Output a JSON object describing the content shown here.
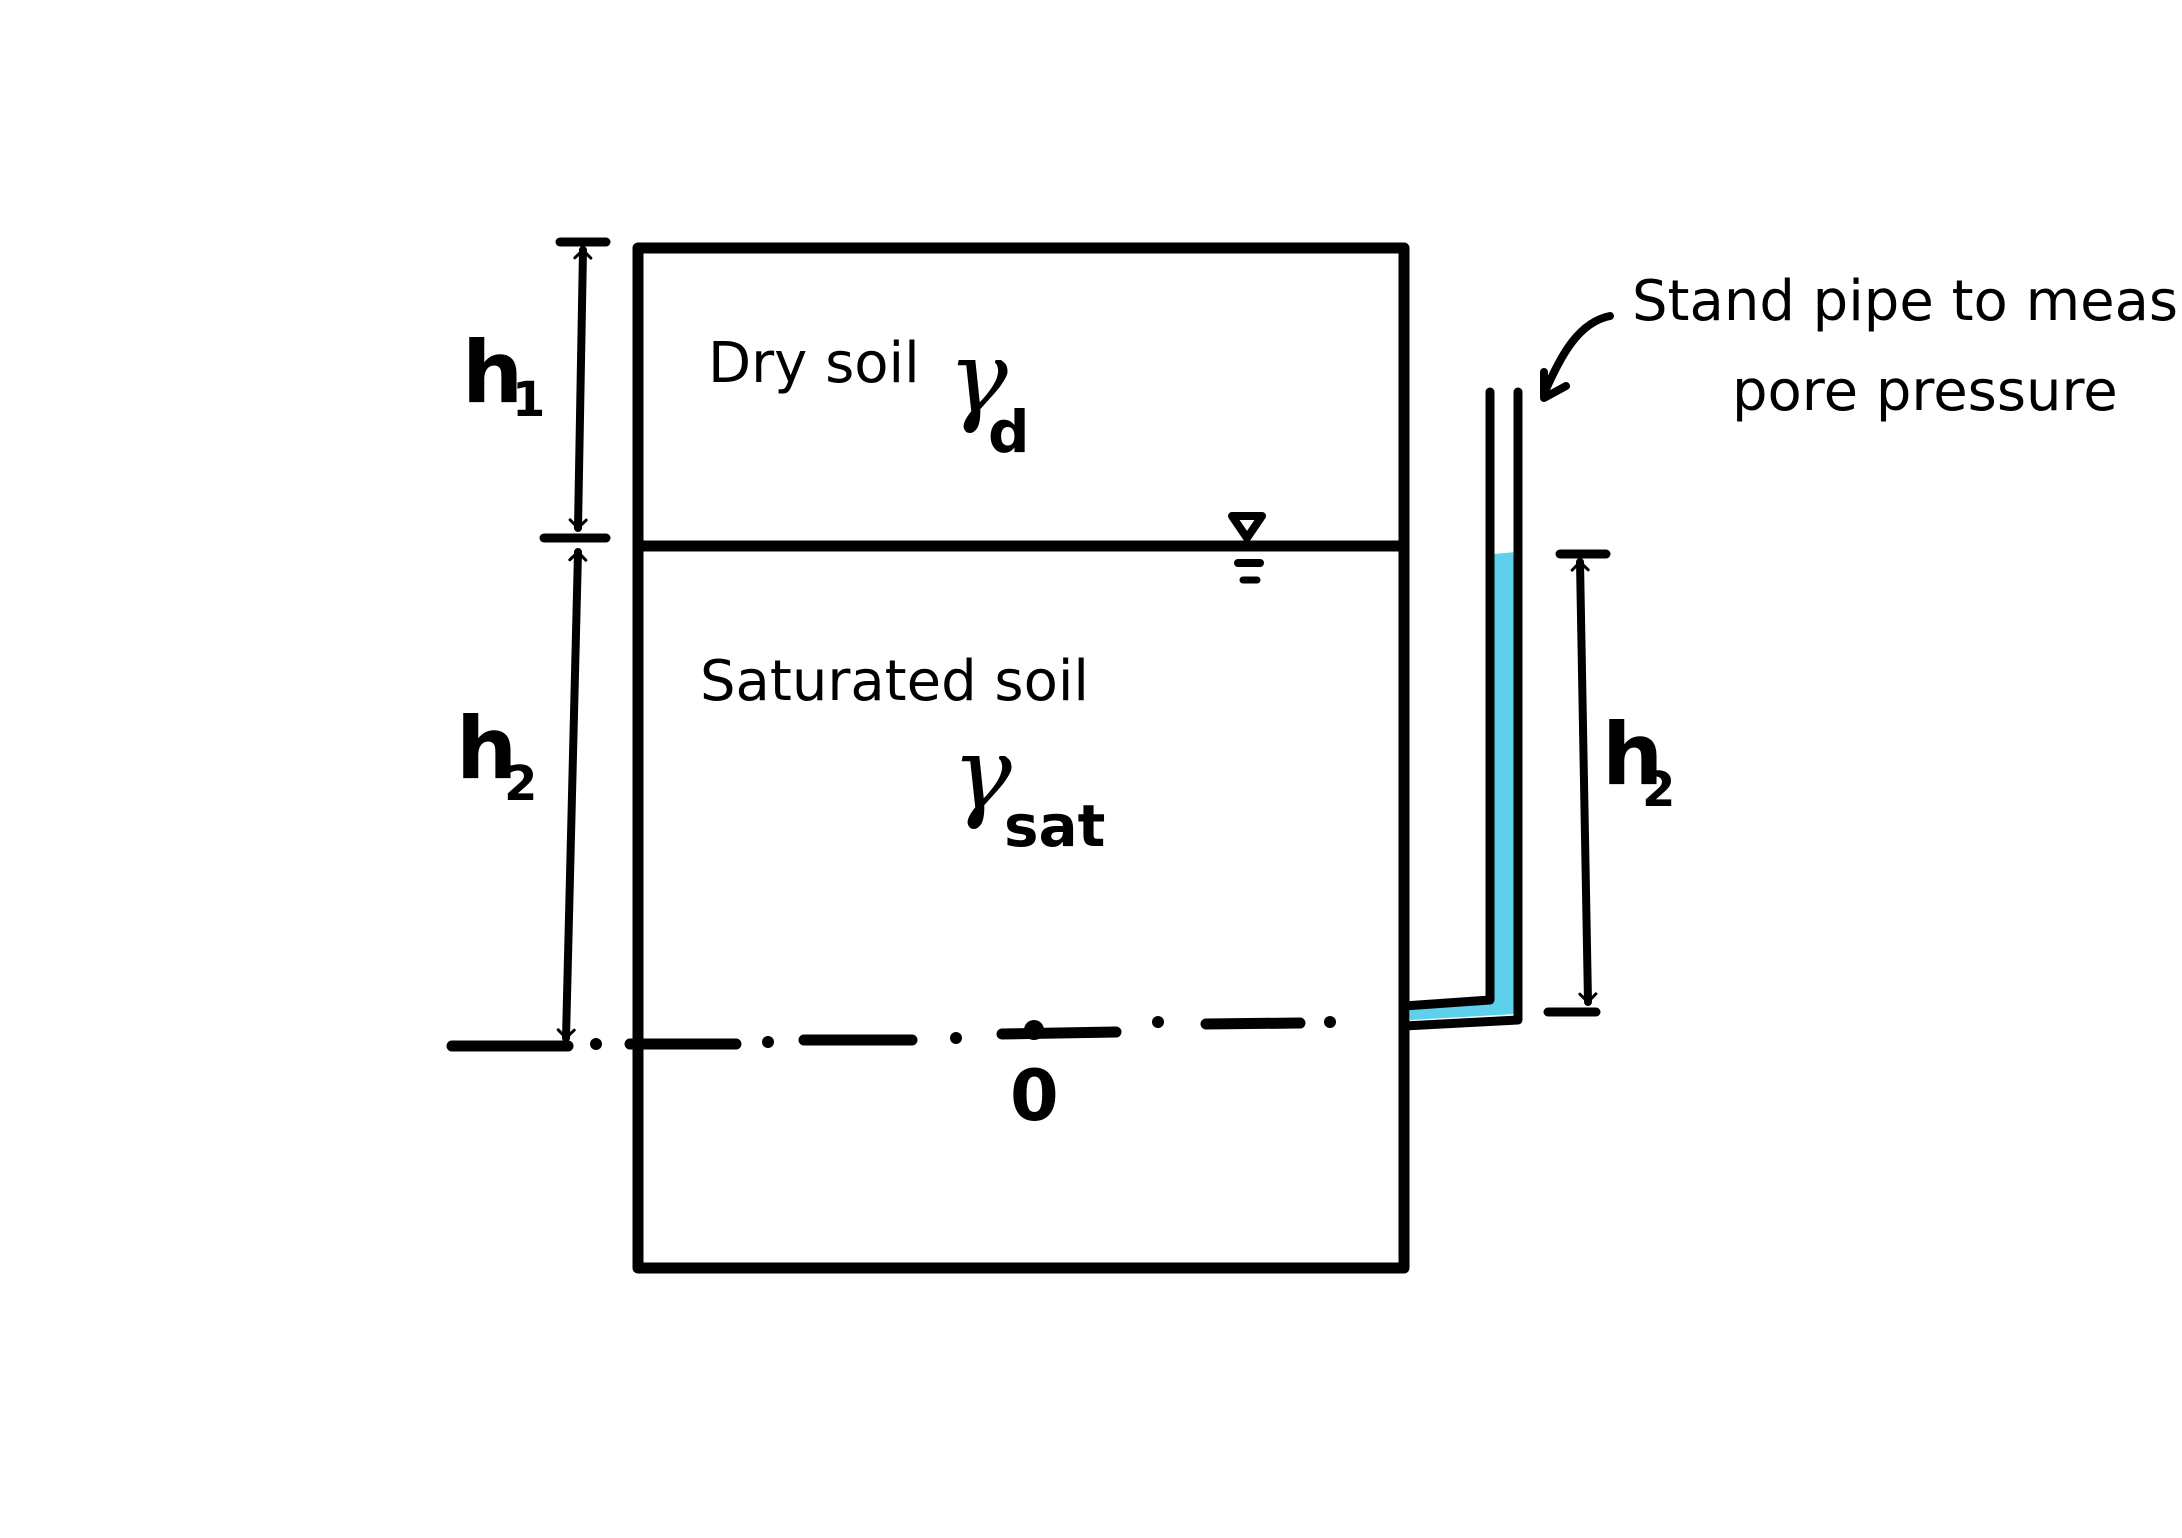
{
  "diagram": {
    "layers": {
      "dry": {
        "label": "Dry soil",
        "symbol": "γ",
        "symbol_subscript": "d"
      },
      "saturated": {
        "label": "Saturated soil",
        "symbol": "γ",
        "symbol_subscript": "sat"
      }
    },
    "dimensions": {
      "left_upper": {
        "letter": "h",
        "subscript": "1"
      },
      "left_lower": {
        "letter": "h",
        "subscript": "2"
      },
      "standpipe": {
        "letter": "h",
        "subscript": "2"
      }
    },
    "datum": {
      "point_label": "0"
    },
    "callout": {
      "line1": "Stand pipe to measure",
      "line2": "pore pressure"
    },
    "colors": {
      "ink": "#000000",
      "water": "#5fd0ec",
      "background": "#ffffff"
    }
  }
}
